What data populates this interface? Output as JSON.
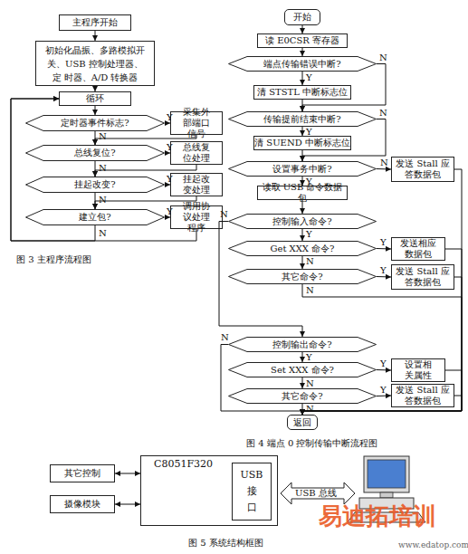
{
  "diagram": {
    "nodes": [
      {
        "text": [
          "主程序开始"
        ]
      },
      {
        "text": [
          "初始化晶振、多路模拟开 关、USB 控制处理器、定 时器、A/D 转换器"
        ]
      },
      {
        "text": [
          "循环"
        ]
      },
      {
        "text": [
          "定时器事件标志?"
        ]
      },
      {
        "text": [
          "采集外部端口信号"
        ]
      },
      {
        "text": [
          "总线复位?"
        ]
      },
      {
        "text": [
          "总线复位处理"
        ]
      },
      {
        "text": [
          "挂起改变?"
        ]
      },
      {
        "text": [
          "挂起改变处理"
        ]
      },
      {
        "text": [
          "建立包?"
        ]
      },
      {
        "text": [
          "调用协议处理程序"
        ]
      },
      {
        "text": [
          "开始"
        ]
      },
      {
        "text": [
          "读 E0CSR 寄存器"
        ]
      },
      {
        "text": [
          "端点传输错误中断?"
        ]
      },
      {
        "text": [
          "清 STSTL 中断标志位"
        ]
      },
      {
        "text": [
          "传输提前结束中断?"
        ]
      },
      {
        "text": [
          "清 SUEND 中断标志位"
        ]
      },
      {
        "text": [
          "设置事务中断?"
        ]
      },
      {
        "text": [
          "发送 Stall 应答数据包"
        ]
      },
      {
        "text": [
          "读取 USB 命令数据包"
        ]
      },
      {
        "text": [
          "控制输入命令?"
        ]
      },
      {
        "text": [
          "Get XXX 命令?"
        ]
      },
      {
        "text": [
          "发送相应数据包"
        ]
      },
      {
        "text": [
          "其它命令?"
        ]
      },
      {
        "text": [
          "发送 Stall 应答数据包"
        ]
      },
      {
        "text": [
          "控制输出命令?"
        ]
      },
      {
        "text": [
          "Set XXX 命令?"
        ]
      },
      {
        "text": [
          "设置相关属性"
        ]
      },
      {
        "text": [
          "其它命令?"
        ]
      },
      {
        "text": [
          "发送 Stall 应答数据包"
        ]
      },
      {
        "text": [
          "返回"
        ]
      },
      {
        "text": [
          "其它控制"
        ]
      },
      {
        "text": [
          "摄像模块"
        ]
      },
      {
        "text": [
          "C8051F320"
        ]
      },
      {
        "text": [
          "USB 接 口"
        ],
        "in": 33
      }
    ],
    "edges": [
      {
        "from": 0,
        "to": 1,
        "arrow": "to"
      },
      {
        "from": 1,
        "to": 2,
        "arrow": "to"
      },
      {
        "from": 2,
        "to": 3,
        "arrow": "to"
      },
      {
        "from": 3,
        "to": 4,
        "label": "Y",
        "arrow": "to"
      },
      {
        "from": 3,
        "to": 5,
        "label": "N",
        "arrow": "to"
      },
      {
        "from": 4,
        "to": 5,
        "arrow": "to"
      },
      {
        "from": 5,
        "to": 6,
        "label": "Y",
        "arrow": "to"
      },
      {
        "from": 5,
        "to": 7,
        "label": "N",
        "arrow": "to"
      },
      {
        "from": 6,
        "to": 7,
        "arrow": "to"
      },
      {
        "from": 7,
        "to": 8,
        "label": "Y",
        "arrow": "to"
      },
      {
        "from": 7,
        "to": 9,
        "label": "N",
        "arrow": "to"
      },
      {
        "from": 8,
        "to": 9,
        "arrow": "to"
      },
      {
        "from": 9,
        "to": 10,
        "label": "Y",
        "arrow": "to"
      },
      {
        "from": 9,
        "to": 2,
        "label": "N",
        "arrow": "to"
      },
      {
        "from": 10,
        "to": 2,
        "arrow": "to"
      },
      {
        "from": 11,
        "to": 12,
        "arrow": "to"
      },
      {
        "from": 12,
        "to": 13,
        "arrow": "to"
      },
      {
        "from": 13,
        "to": 14,
        "label": "Y",
        "arrow": "to"
      },
      {
        "from": 13,
        "to": 15,
        "label": "N",
        "arrow": "to"
      },
      {
        "from": 14,
        "to": 15,
        "arrow": "to"
      },
      {
        "from": 15,
        "to": 16,
        "label": "Y",
        "arrow": "to"
      },
      {
        "from": 15,
        "to": 17,
        "label": "N",
        "arrow": "to"
      },
      {
        "from": 16,
        "to": 17,
        "arrow": "to"
      },
      {
        "from": 17,
        "to": 18,
        "label": "N",
        "arrow": "to"
      },
      {
        "from": 17,
        "to": 19,
        "label": "Y",
        "arrow": "to"
      },
      {
        "from": 18,
        "to": 30,
        "arrow": "to"
      },
      {
        "from": 19,
        "to": 20,
        "arrow": "to"
      },
      {
        "from": 20,
        "to": 21,
        "label": "Y",
        "arrow": "to"
      },
      {
        "from": 20,
        "to": 25,
        "label": "N",
        "arrow": "to"
      },
      {
        "from": 21,
        "to": 22,
        "label": "Y",
        "arrow": "to"
      },
      {
        "from": 21,
        "to": 23,
        "label": "N",
        "arrow": "to"
      },
      {
        "from": 22,
        "to": 30,
        "arrow": "to"
      },
      {
        "from": 23,
        "to": 24,
        "label": "Y",
        "arrow": "to"
      },
      {
        "from": 23,
        "to": 30,
        "label": "N",
        "arrow": "to"
      },
      {
        "from": 24,
        "to": 30,
        "arrow": "to"
      },
      {
        "from": 25,
        "to": 26,
        "label": "Y",
        "arrow": "to"
      },
      {
        "from": 25,
        "to": 30,
        "label": "N",
        "arrow": "to"
      },
      {
        "from": 26,
        "to": 27,
        "label": "Y",
        "arrow": "to"
      },
      {
        "from": 26,
        "to": 28,
        "label": "N",
        "arrow": "to"
      },
      {
        "from": 27,
        "to": 30,
        "arrow": "to"
      },
      {
        "from": 28,
        "to": 29,
        "label": "Y",
        "arrow": "to"
      },
      {
        "from": 28,
        "to": 30,
        "label": "N",
        "arrow": "to"
      },
      {
        "from": 29,
        "to": 30,
        "arrow": "to"
      },
      {
        "from": 31,
        "to": 33,
        "arrow": "both"
      },
      {
        "from": 32,
        "to": 33,
        "arrow": "both"
      }
    ],
    "labels": [
      "图 3 主程序流程图",
      "图 4 端点 0 控制传输中断流程图",
      "USB 总线",
      "图 5 系统结构框图",
      "易迪拓培训",
      "www.edatop.com"
    ]
  }
}
